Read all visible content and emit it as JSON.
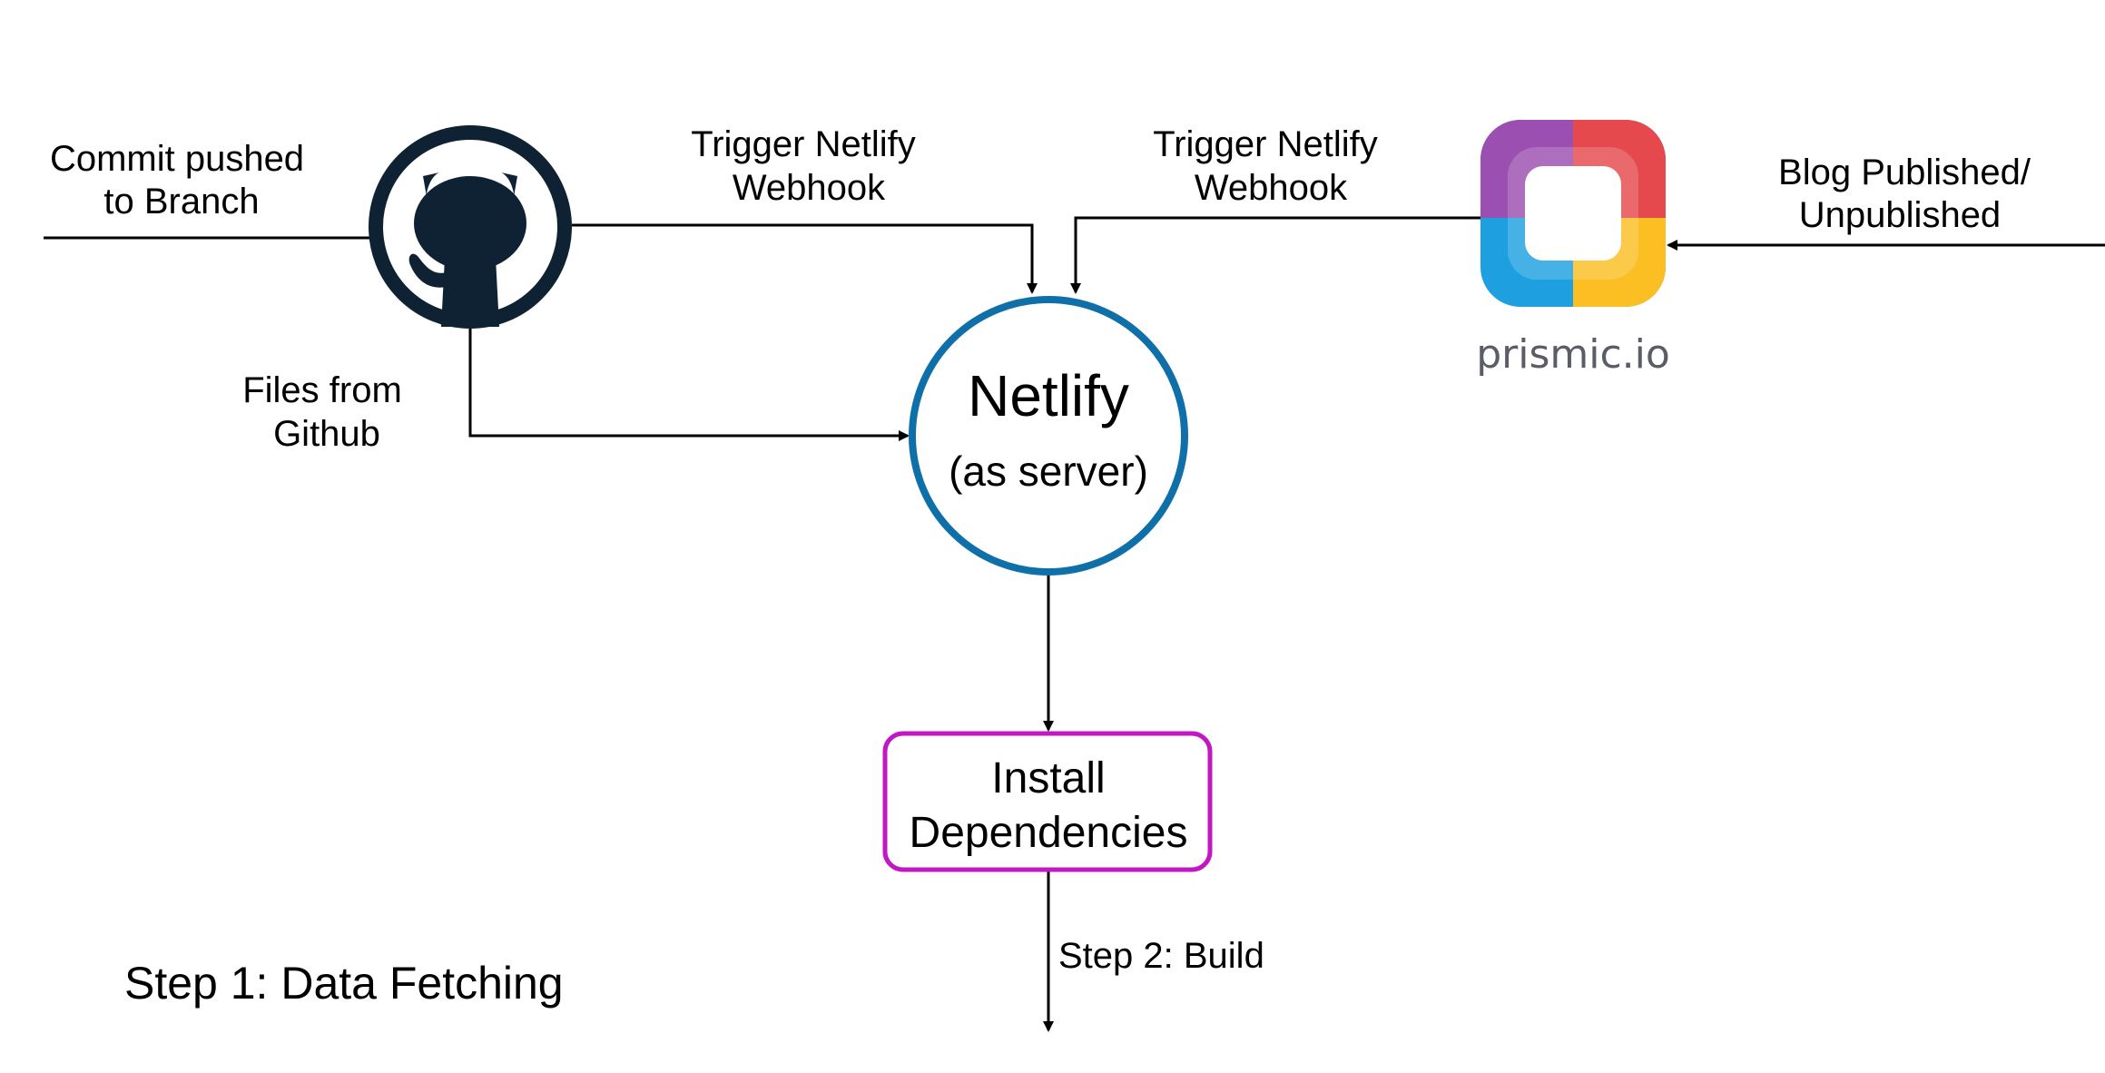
{
  "colors": {
    "github": "#0f2233",
    "netlify_ring": "#0f6fa8",
    "install_box": "#c217c2",
    "edge": "#000000",
    "prismic_purple": "#9b4fb0",
    "prismic_red": "#e5484d",
    "prismic_yellow": "#fbbf24",
    "prismic_blue": "#1ea0e0",
    "prismic_text": "#5a5d66"
  },
  "icons": {
    "github": "github-octocat-icon",
    "prismic": "prismic-logo-icon"
  },
  "labels": {
    "commit": [
      "Commit pushed",
      "to Branch"
    ],
    "trigger_left": [
      "Trigger Netlify",
      "Webhook"
    ],
    "trigger_right": [
      "Trigger Netlify",
      "Webhook"
    ],
    "blog": [
      "Blog Published/",
      "Unpublished"
    ],
    "files": [
      "Files from",
      "Github"
    ]
  },
  "nodes": {
    "netlify": {
      "title": "Netlify",
      "subtitle": "(as server)"
    },
    "install": [
      "Install",
      "Dependencies"
    ],
    "prismic": {
      "wordmark": "prismic.io"
    }
  },
  "steps": {
    "step1": "Step 1: Data Fetching",
    "step2": "Step 2: Build"
  }
}
